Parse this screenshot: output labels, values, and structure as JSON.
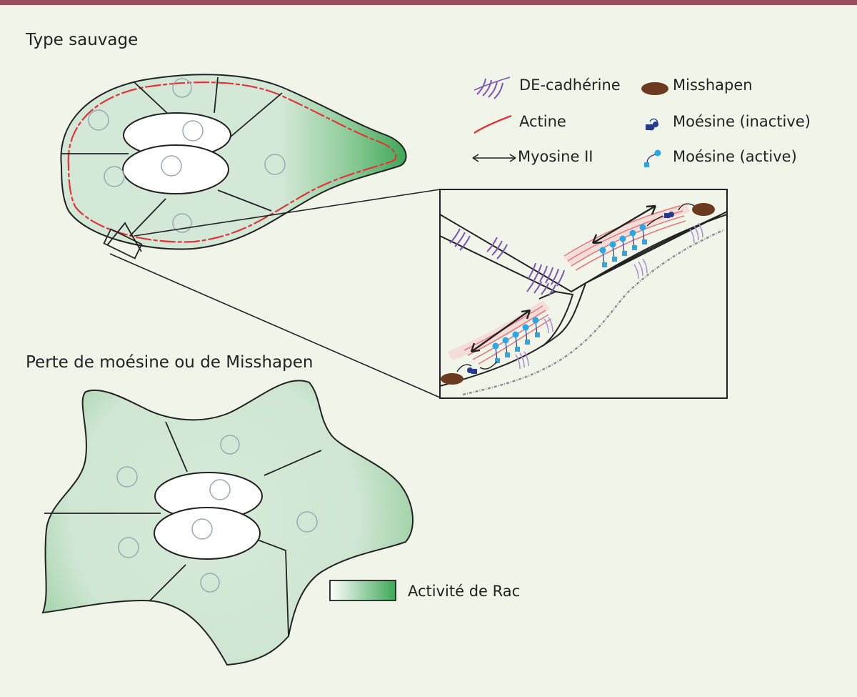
{
  "panels": {
    "wild_type": {
      "title": "Type sauvage"
    },
    "loss": {
      "title": "Perte de moésine ou de Misshapen"
    }
  },
  "legend": {
    "de_cadherin": "DE-cadhérine",
    "actin": "Actine",
    "myosin": "Myosine II",
    "misshapen": "Misshapen",
    "moesin_inactive": "Moésine (inactive)",
    "moesin_active": "Moésine (active)",
    "rac_activity": "Activité de Rac"
  },
  "colors": {
    "cell_fill": "#d3e8d6",
    "rac_gradient_dark": "#3da757",
    "actin": "#e3343a",
    "actin_light": "#f0a4a6",
    "cadherin": "#7a56b6",
    "moesin_active": "#2aa8e6",
    "moesin_inactive": "#243a8c",
    "misshapen": "#6b3a1f",
    "accent_rule": "#9c4f5c"
  },
  "icons": {
    "cadherin": "cadherin-cluster-icon",
    "actin": "actin-filament-icon",
    "myosin": "double-arrow-icon",
    "misshapen": "brown-oval-icon",
    "moesin_inactive": "closed-moesin-icon",
    "moesin_active": "open-moesin-icon"
  }
}
